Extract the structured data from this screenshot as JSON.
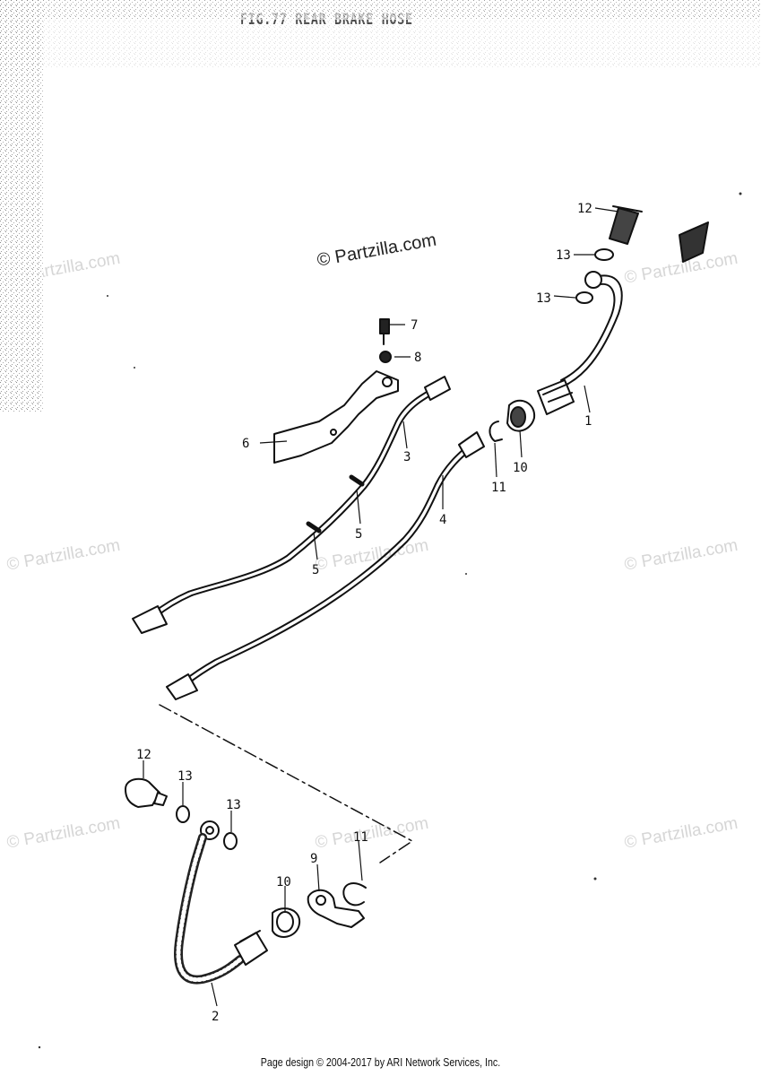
{
  "figure": {
    "title": "FIG.77  REAR BRAKE HOSE"
  },
  "watermark": {
    "main": "© Partzilla.com",
    "repeat": "© Partzilla.com"
  },
  "callouts": {
    "c1": "1",
    "c2": "2",
    "c3": "3",
    "c4": "4",
    "c5a": "5",
    "c5b": "5",
    "c6": "6",
    "c7": "7",
    "c8": "8",
    "c9": "9",
    "c10a": "10",
    "c10b": "10",
    "c11a": "11",
    "c11b": "11",
    "c12a": "12",
    "c12b": "12",
    "c13a": "13",
    "c13b": "13",
    "c13c": "13",
    "c13d": "13"
  },
  "footer": {
    "text": "Page design © 2004-2017 by ARI Network Services, Inc."
  }
}
